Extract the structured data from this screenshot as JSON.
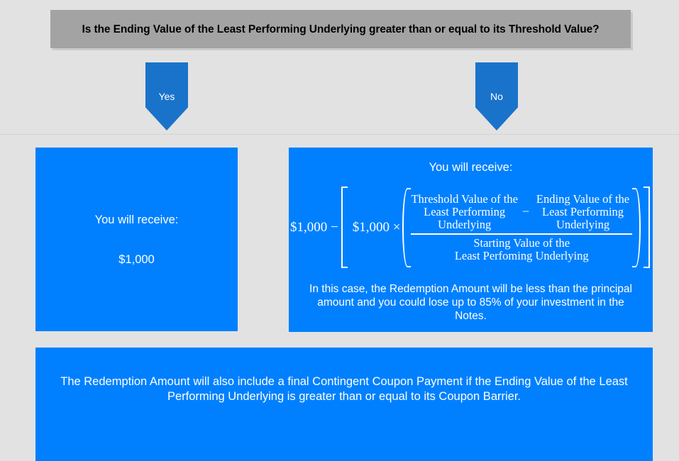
{
  "header": {
    "question": "Is the Ending Value of the Least Performing Underlying greater than or equal to its Threshold Value?",
    "bar_color": "#a3a3a3"
  },
  "branches": {
    "yes_label": "Yes",
    "no_label": "No",
    "arrow_color": "#1a73ca"
  },
  "panel_color": "#0080ff",
  "yes_outcome": {
    "receive_label": "You will receive:",
    "amount": "$1,000"
  },
  "no_outcome": {
    "receive_label": "You will receive:",
    "formula": {
      "lead_term": "$1,000  −",
      "multiplier": "$1,000  ×",
      "numerator_left": [
        "Threshold Value of the",
        "Least Performing",
        "Underlying"
      ],
      "numerator_operator": "−",
      "numerator_right": [
        "Ending Value of the",
        "Least Performing",
        "Underlying"
      ],
      "denominator": [
        "Starting Value of the",
        "Least Perfoming Underlying"
      ]
    },
    "loss_note": "In this case, the Redemption Amount will be less than the principal amount and you could lose up to 85% of your investment in the Notes."
  },
  "footer": {
    "note": "The Redemption Amount will also include a final Contingent Coupon Payment if the Ending Value of the Least Performing Underlying is greater than or equal to its Coupon Barrier."
  }
}
